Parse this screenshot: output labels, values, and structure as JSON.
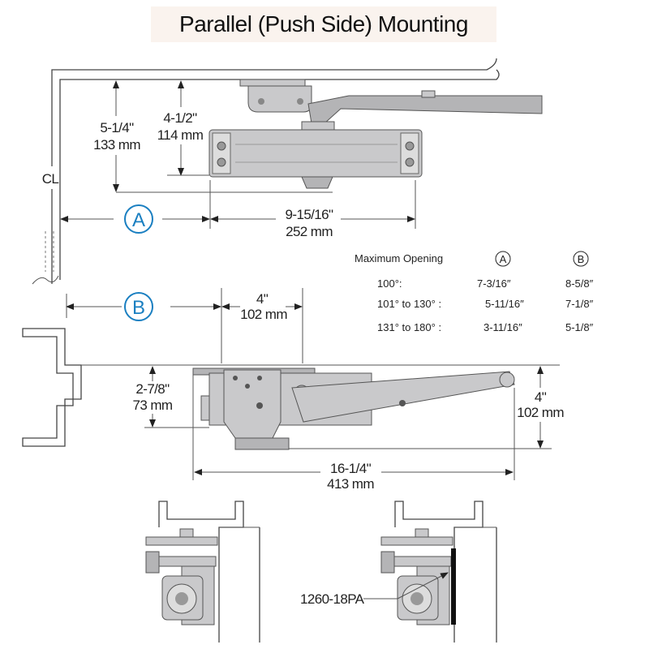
{
  "title": "Parallel (Push Side) Mounting",
  "top_view": {
    "dim_5_1_4": [
      "5-1/4\"",
      "133 mm"
    ],
    "dim_4_1_2": [
      "4-1/2\"",
      "114 mm"
    ],
    "dim_9_15_16": [
      "9-15/16\"",
      "252 mm"
    ],
    "centerline": "CL",
    "callout_a": "A"
  },
  "side_view": {
    "callout_b": "B",
    "dim_4": [
      "4\"",
      "102 mm"
    ],
    "dim_2_7_8": [
      "2-7/8\"",
      "73 mm"
    ],
    "dim_4_right": [
      "4\"",
      "102 mm"
    ],
    "dim_16_1_4": [
      "16-1/4\"",
      "413 mm"
    ]
  },
  "table": {
    "header": "Maximum Opening",
    "col_a": "A",
    "col_b": "B",
    "rows": [
      {
        "opening": "100°:",
        "a": "7-3/16″",
        "b": "8-5/8″"
      },
      {
        "opening": "101° to 130° :",
        "a": "5-11/16″",
        "b": "7-1/8″"
      },
      {
        "opening": "131° to 180° :",
        "a": "3-11/16″",
        "b": "5-1/8″"
      }
    ]
  },
  "bracket_label": "1260-18PA",
  "colors": {
    "callout": "#1a7fc1",
    "title_bg": "#faf3ee"
  }
}
